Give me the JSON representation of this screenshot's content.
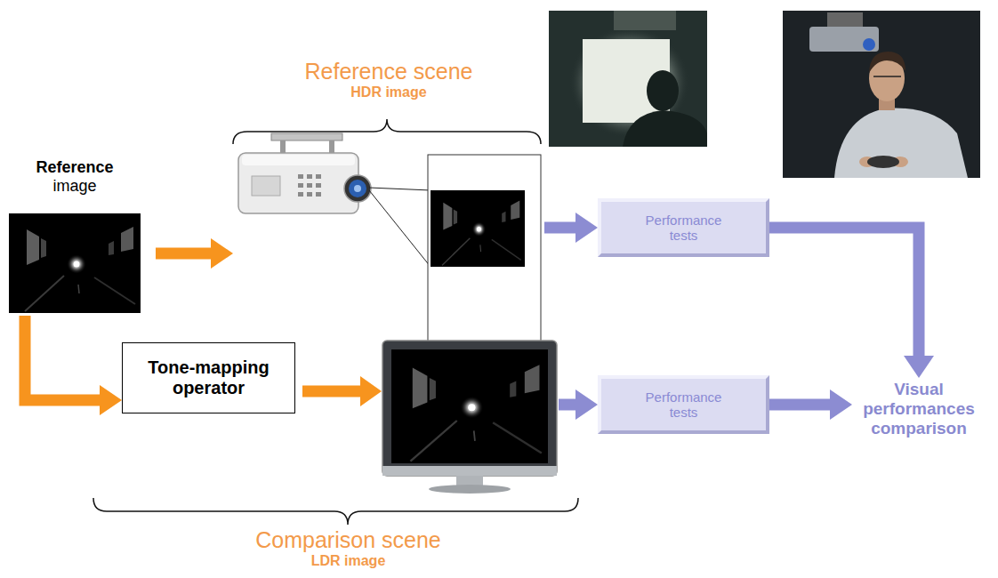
{
  "diagram": {
    "nodes": [
      {
        "text": [
          "Reference image"
        ]
      },
      {
        "text": [
          "Reference scene",
          "HDR image"
        ]
      },
      {
        "text": [
          "Comparison scene",
          "LDR image"
        ]
      },
      {
        "text": [
          "Tone-mapping operator"
        ],
        "in": 2
      },
      {
        "text": [
          "Performance tests"
        ]
      },
      {
        "text": [
          "Performance tests"
        ]
      },
      {
        "text": [
          "Visual performances comparison"
        ]
      }
    ],
    "edges": [
      {
        "from": 0,
        "to": 1,
        "arrow": "to"
      },
      {
        "from": 0,
        "to": 3,
        "arrow": "to"
      },
      {
        "from": 1,
        "to": 4,
        "arrow": "to"
      },
      {
        "from": 2,
        "to": 5,
        "arrow": "to"
      },
      {
        "from": 4,
        "to": 6,
        "arrow": "to"
      },
      {
        "from": 5,
        "to": 6,
        "arrow": "to"
      }
    ]
  }
}
